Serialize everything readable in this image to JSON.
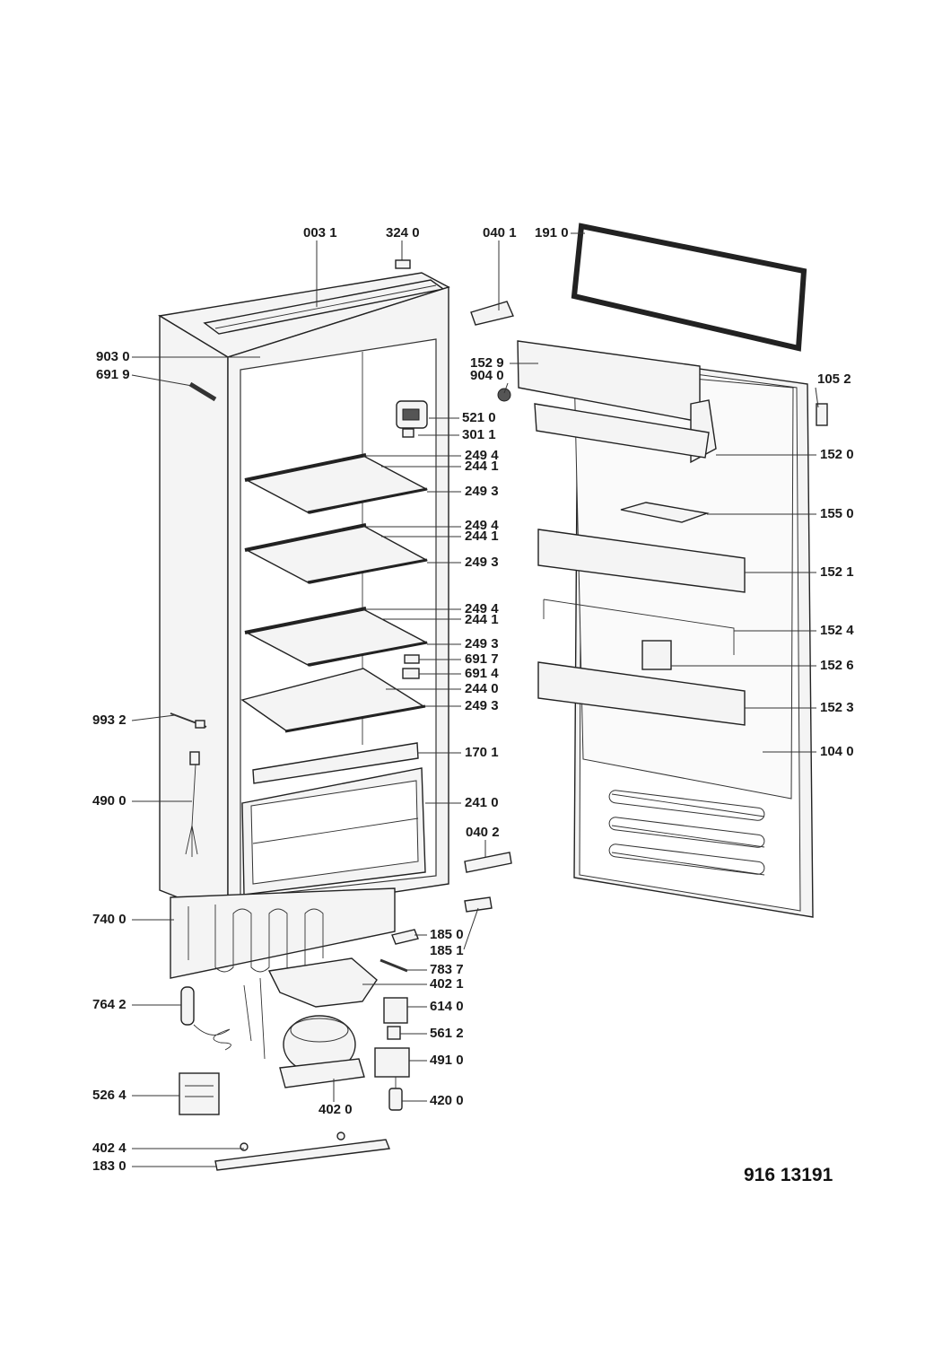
{
  "model_number": "916 13191",
  "labels": [
    {
      "id": "003-1",
      "text": "003 1"
    },
    {
      "id": "324-0",
      "text": "324 0"
    },
    {
      "id": "040-1",
      "text": "040 1"
    },
    {
      "id": "191-0",
      "text": "191 0"
    },
    {
      "id": "903-0",
      "text": "903 0"
    },
    {
      "id": "691-9",
      "text": "691 9"
    },
    {
      "id": "152-9",
      "text": "152 9"
    },
    {
      "id": "904-0",
      "text": "904 0"
    },
    {
      "id": "105-2",
      "text": "105 2"
    },
    {
      "id": "521-0",
      "text": "521 0"
    },
    {
      "id": "301-1",
      "text": "301 1"
    },
    {
      "id": "152-0",
      "text": "152 0"
    },
    {
      "id": "249-4a",
      "text": "249 4"
    },
    {
      "id": "244-1a",
      "text": "244 1"
    },
    {
      "id": "249-3a",
      "text": "249 3"
    },
    {
      "id": "155-0",
      "text": "155 0"
    },
    {
      "id": "249-4b",
      "text": "249 4"
    },
    {
      "id": "244-1b",
      "text": "244 1"
    },
    {
      "id": "249-3b",
      "text": "249 3"
    },
    {
      "id": "152-1",
      "text": "152 1"
    },
    {
      "id": "249-4c",
      "text": "249 4"
    },
    {
      "id": "244-1c",
      "text": "244 1"
    },
    {
      "id": "152-4",
      "text": "152 4"
    },
    {
      "id": "249-3c",
      "text": "249 3"
    },
    {
      "id": "691-7",
      "text": "691 7"
    },
    {
      "id": "152-6",
      "text": "152 6"
    },
    {
      "id": "691-4",
      "text": "691 4"
    },
    {
      "id": "244-0",
      "text": "244 0"
    },
    {
      "id": "249-3d",
      "text": "249 3"
    },
    {
      "id": "152-3",
      "text": "152 3"
    },
    {
      "id": "993-2",
      "text": "993 2"
    },
    {
      "id": "170-1",
      "text": "170 1"
    },
    {
      "id": "104-0",
      "text": "104 0"
    },
    {
      "id": "490-0",
      "text": "490 0"
    },
    {
      "id": "241-0",
      "text": "241 0"
    },
    {
      "id": "040-2",
      "text": "040 2"
    },
    {
      "id": "740-0",
      "text": "740 0"
    },
    {
      "id": "185-0",
      "text": "185 0"
    },
    {
      "id": "185-1",
      "text": "185 1"
    },
    {
      "id": "783-7",
      "text": "783 7"
    },
    {
      "id": "402-1",
      "text": "402 1"
    },
    {
      "id": "764-2",
      "text": "764 2"
    },
    {
      "id": "614-0",
      "text": "614 0"
    },
    {
      "id": "561-2",
      "text": "561 2"
    },
    {
      "id": "491-0",
      "text": "491 0"
    },
    {
      "id": "526-4",
      "text": "526 4"
    },
    {
      "id": "420-0",
      "text": "420 0"
    },
    {
      "id": "402-0",
      "text": "402 0"
    },
    {
      "id": "402-4",
      "text": "402 4"
    },
    {
      "id": "183-0",
      "text": "183 0"
    }
  ]
}
